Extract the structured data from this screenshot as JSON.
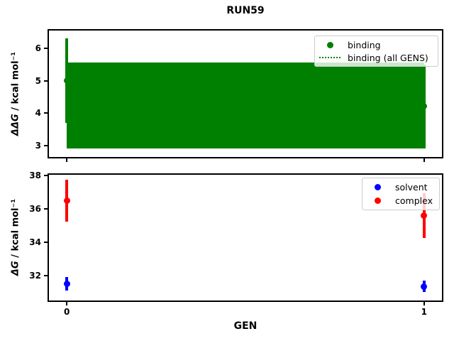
{
  "title": "RUN59",
  "colors": {
    "axes": "#000000",
    "background": "#ffffff",
    "legend_border": "#cccccc",
    "binding": "#008000",
    "solvent": "#0000ff",
    "complex": "#ff0000"
  },
  "chart_data": [
    {
      "type": "scatter-errorbar",
      "position": "top",
      "ylabel": "ΔΔG / kcal mol⁻¹",
      "ylabel_math": "ΔΔG",
      "ylabel_unit": " / kcal mol⁻¹",
      "xlim": [
        -0.05,
        1.05
      ],
      "ylim": [
        2.64,
        6.55
      ],
      "yticks": [
        3,
        4,
        5,
        6
      ],
      "xticks": [
        0,
        1
      ],
      "x_tick_labels_visible": false,
      "legend_position": "upper right",
      "grid": false,
      "series": [
        {
          "name": "binding",
          "color": "#008000",
          "marker": "circle",
          "x": [
            0,
            1
          ],
          "y": [
            5.0,
            4.2
          ],
          "yerr": [
            1.3,
            1.3
          ]
        }
      ],
      "band": {
        "name": "binding (all GENS)",
        "color": "#008000",
        "line_style": "dotted",
        "x_start": 0,
        "x_end": 1,
        "y_low": 2.9,
        "y_high": 5.56,
        "center": 4.23
      }
    },
    {
      "type": "scatter-errorbar",
      "position": "bottom",
      "xlabel": "GEN",
      "ylabel": "ΔG / kcal mol⁻¹",
      "ylabel_math": "ΔG",
      "ylabel_unit": " / kcal mol⁻¹",
      "xlim": [
        -0.05,
        1.05
      ],
      "ylim": [
        30.5,
        38.05
      ],
      "yticks": [
        32,
        34,
        36,
        38
      ],
      "xticks": [
        0,
        1
      ],
      "x_tick_labels_visible": true,
      "legend_position": "upper right",
      "grid": false,
      "series": [
        {
          "name": "solvent",
          "color": "#0000ff",
          "marker": "circle",
          "x": [
            0,
            1
          ],
          "y": [
            31.5,
            31.35
          ],
          "yerr": [
            0.4,
            0.35
          ]
        },
        {
          "name": "complex",
          "color": "#ff0000",
          "marker": "circle",
          "x": [
            0,
            1
          ],
          "y": [
            36.5,
            35.6
          ],
          "yerr": [
            1.25,
            1.35
          ]
        }
      ]
    }
  ]
}
